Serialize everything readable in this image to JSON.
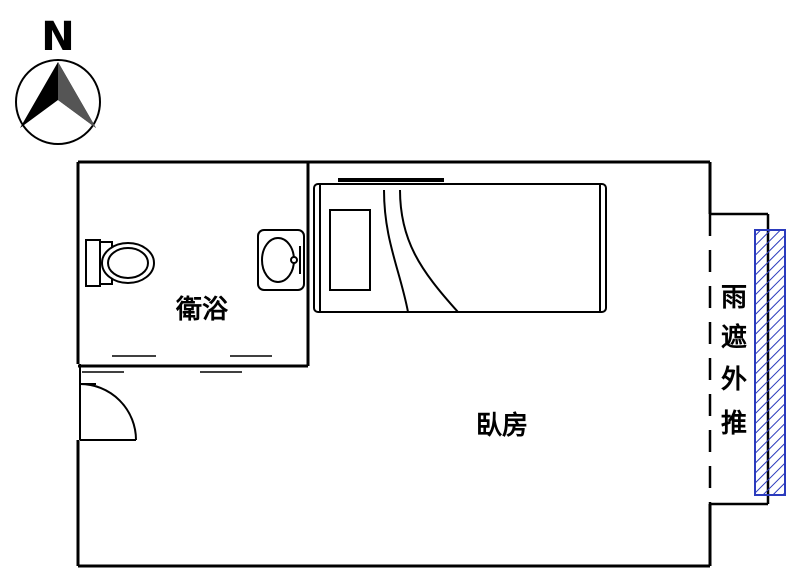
{
  "compass": {
    "north_label": "N"
  },
  "rooms": {
    "bathroom": "衛浴",
    "bedroom": "臥房"
  },
  "balcony": {
    "label_chars": [
      "雨",
      "遮",
      "外",
      "推"
    ]
  },
  "colors": {
    "line": "#000000",
    "hatch": "#2b3bbd",
    "background": "#ffffff"
  }
}
